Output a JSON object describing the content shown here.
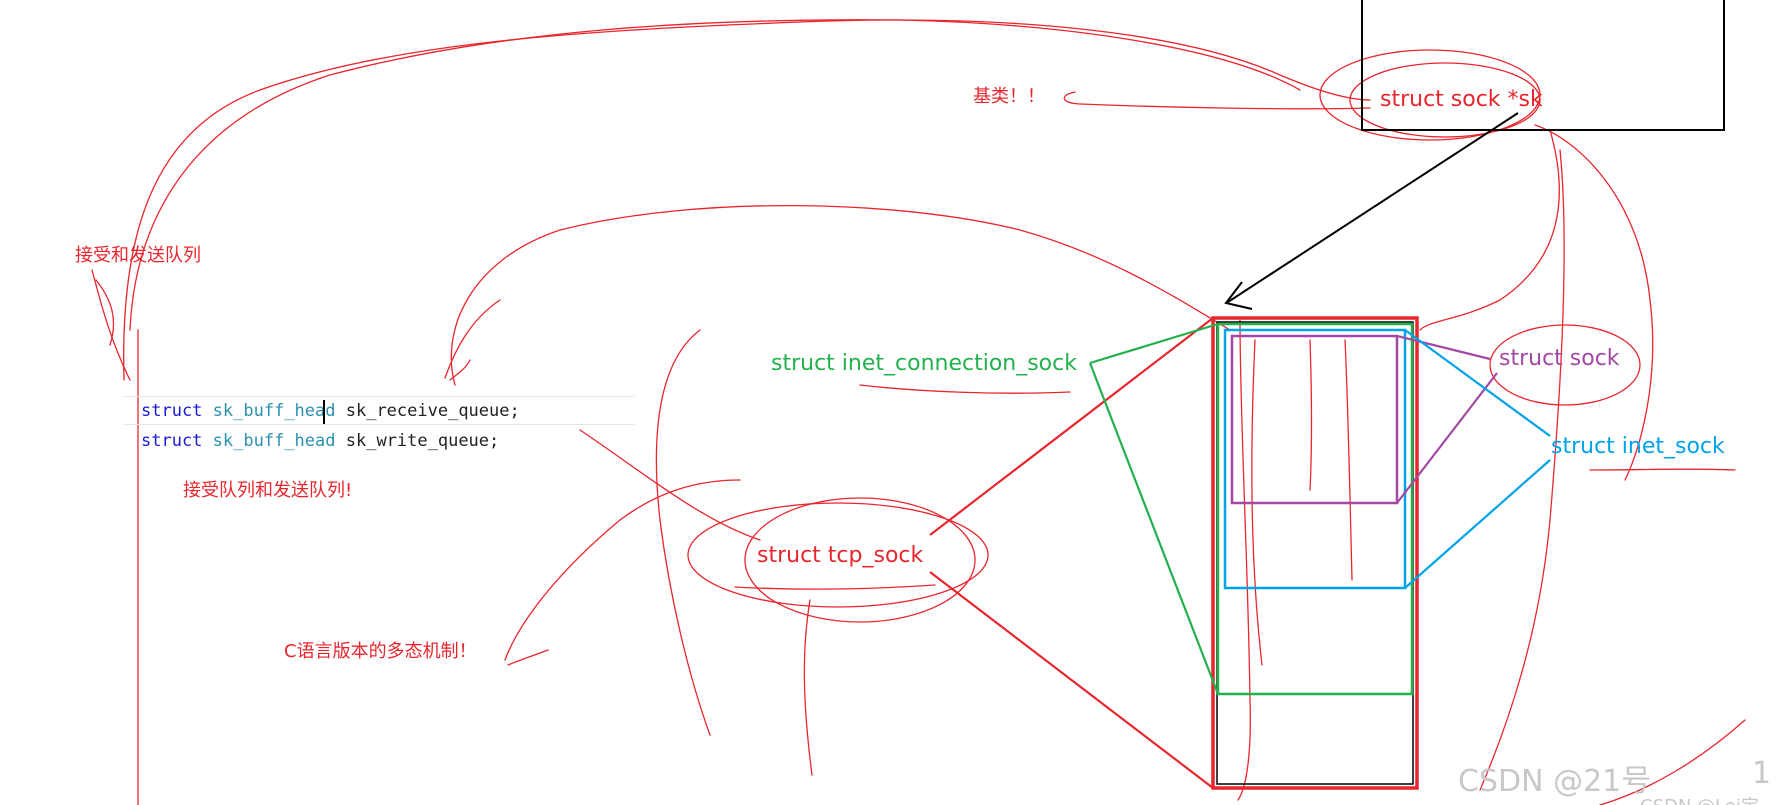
{
  "colors": {
    "red": "#e8262d",
    "green": "#22b14c",
    "purple": "#a349a4",
    "blue": "#00a2e8",
    "black": "#000000",
    "code_keyword": "#1a1ad6",
    "code_type": "#2b91af"
  },
  "labels": {
    "base_class": "基类！！",
    "struct_sock_sk": "struct sock *sk",
    "recv_send_queue_top": "接受和发送队列",
    "recv_send_queue_bottom": "接受队列和发送队列!",
    "c_polymorphism": "C语言版本的多态机制！",
    "struct_inet_connection_sock": "struct inet_connection_sock",
    "struct_sock": "struct sock",
    "struct_inet_sock": "struct inet_sock",
    "struct_tcp_sock": "struct tcp_sock"
  },
  "code": {
    "line1": {
      "keyword": "struct",
      "type": "sk_buff_head",
      "rest": " sk_receive_queue;"
    },
    "line2": {
      "keyword": "struct",
      "type": "sk_buff_head",
      "rest": " sk_write_queue;"
    }
  },
  "watermark": {
    "main": "CSDN @21号",
    "number": "1",
    "sub": "CSDN @Lei宝"
  }
}
